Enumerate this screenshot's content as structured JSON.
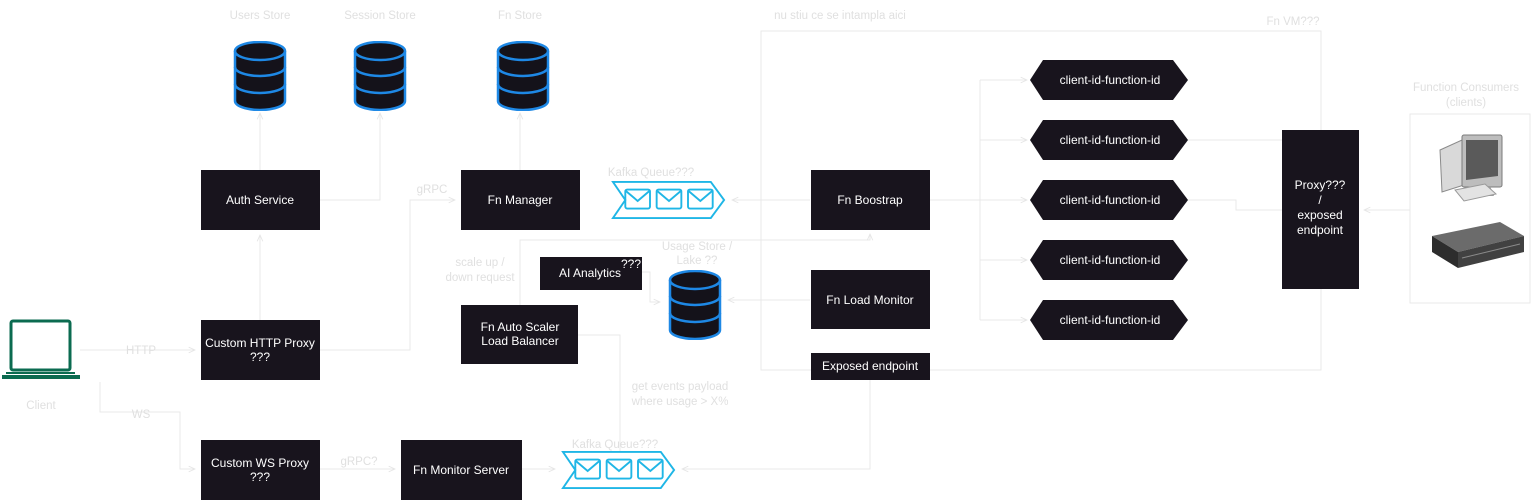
{
  "labels": {
    "users_store": "Users Store",
    "session_store": "Session Store",
    "fn_store": "Fn Store",
    "vm_note": "nu stiu ce se intampla aici",
    "fn_vm": "Fn VM???",
    "consumers_line1": "Function Consumers",
    "consumers_line2": "(clients)",
    "grpc_top": "gRPC",
    "kafka_top": "Kafka Queue???",
    "usage_line1": "Usage Store /",
    "usage_line2": "Lake ??",
    "scale_line1": "scale up /",
    "scale_line2": "down request",
    "http": "HTTP",
    "ws": "WS",
    "client": "Client",
    "events_line1": "get events payload",
    "events_line2": "where usage > X%",
    "grpc_bottom": "gRPC?",
    "kafka_bottom": "Kafka Queue???"
  },
  "boxes": {
    "auth_service": "Auth Service",
    "fn_manager": "Fn Manager",
    "fn_boostrap": "Fn Boostrap",
    "ai_analytics": "AI Analytics",
    "ai_q": "???",
    "fn_load_monitor": "Fn Load Monitor",
    "exposed_endpoint": "Exposed endpoint",
    "http_proxy_line1": "Custom HTTP Proxy",
    "http_proxy_line2": "???",
    "auto_scaler_line1": "Fn Auto Scaler",
    "auto_scaler_line2": "Load Balancer",
    "ws_proxy_line1": "Custom WS Proxy",
    "ws_proxy_line2": "???",
    "fn_monitor_server": "Fn Monitor Server",
    "proxy_line1": "Proxy???",
    "proxy_line2": "/",
    "proxy_line3": "exposed",
    "proxy_line4": "endpoint"
  },
  "functions": [
    {
      "label": "client-id-function-id"
    },
    {
      "label": "client-id-function-id"
    },
    {
      "label": "client-id-function-id"
    },
    {
      "label": "client-id-function-id"
    },
    {
      "label": "client-id-function-id"
    }
  ],
  "colors": {
    "box": "#18141d",
    "db_stroke": "#1e88e5",
    "queue_stroke": "#1fb6e6",
    "client_green": "#0b6b50",
    "edge": "#e6e6e6",
    "label": "#e2e2e2"
  },
  "icons": [
    "database-icon",
    "queue-icon",
    "laptop-icon",
    "desktop-computer-icon",
    "server-device-icon"
  ]
}
